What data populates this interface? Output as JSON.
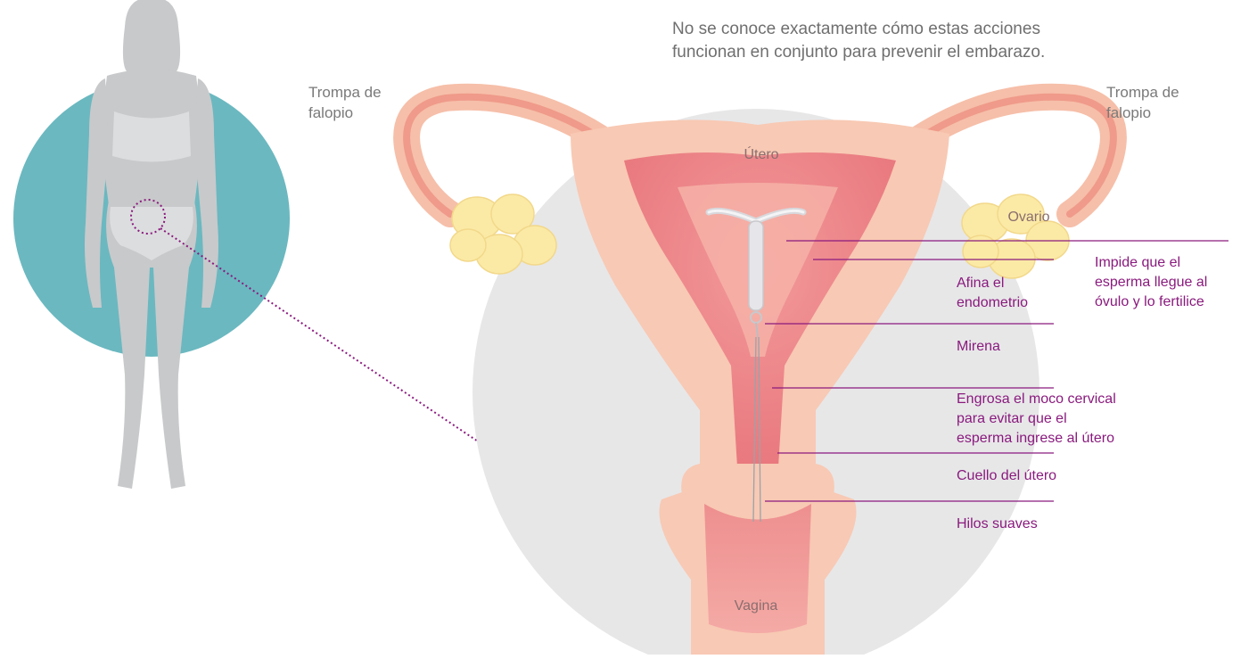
{
  "intro": {
    "line1": "No se conoce exactamente cómo estas acciones",
    "line2": "funcionan en conjunto para prevenir el embarazo."
  },
  "anatomy": {
    "tube_left": [
      "Trompa de",
      "falopio"
    ],
    "tube_right": [
      "Trompa de",
      "falopio"
    ],
    "uterus": "Útero",
    "ovary": "Ovario",
    "vagina": "Vagina"
  },
  "callouts": {
    "prevents_fertilization": [
      "Impide que el",
      "esperma llegue al",
      "óvulo y lo fertilice"
    ],
    "thins_lining": [
      "Afina el",
      "endometrio"
    ],
    "device": "Mirena",
    "thickens_mucus": [
      "Engrosa el moco cervical",
      "para evitar que el",
      "esperma ingrese al útero"
    ],
    "cervix": "Cuello del útero",
    "threads": "Hilos suaves"
  },
  "colors": {
    "body_silhouette": "#c8c9cb",
    "zoom_circle": "#6bb8c0",
    "background_circle": "#e7e7e8",
    "tissue_outer": "#f7c8b4",
    "tissue_inner": "#ef8f8c",
    "ovary": "#fbeaa6",
    "label_purple": "#8a1a7e",
    "label_gray": "#7a7a7a"
  }
}
